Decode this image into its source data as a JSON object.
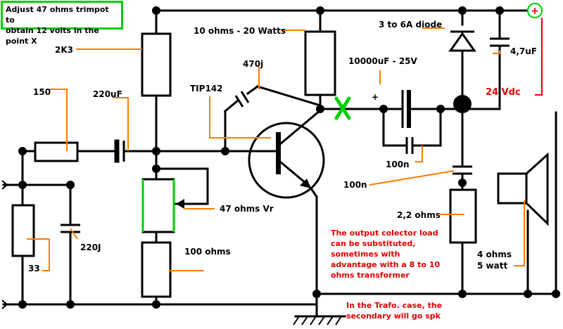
{
  "note": {
    "line1": "Adjust 47 ohms trimpot to",
    "line2": "obtain 12 volts in the point X"
  },
  "labels": {
    "r_2k3": "2K3",
    "r_150": "150",
    "c_220uf": "220uF",
    "c_470j": "470j",
    "q_tip142": "TIP142",
    "r_10ohm": "10 ohms - 20 Watts",
    "c_10000uf": "10000uF - 25V",
    "diode": "3 to 6A diode",
    "c_47uf": "4,7uF",
    "supply": "24 Vdc",
    "plus_sign": "+",
    "point_x": "X",
    "c_100n_a": "100n",
    "c_100n_b": "100n",
    "vr_47": "47 ohms Vr",
    "r_100": "100 ohms",
    "r_22": "2,2 ohms",
    "r_33": "33",
    "c_220j": "220J",
    "spk_line1": "4 ohms",
    "spk_line2": "5 watt"
  },
  "notes": {
    "output_lines": [
      "The output colector load",
      "can be substituted,",
      "sometimes with",
      "advantage with a 8 to 10",
      "ohms transformer"
    ],
    "trafo_lines": [
      "In the Trafo. case, the",
      "secondary will go  spk"
    ]
  },
  "colors": {
    "wire": "#000000",
    "leader": "#ff7a00",
    "note_text": "#e00000",
    "highlight": "#00d000"
  }
}
